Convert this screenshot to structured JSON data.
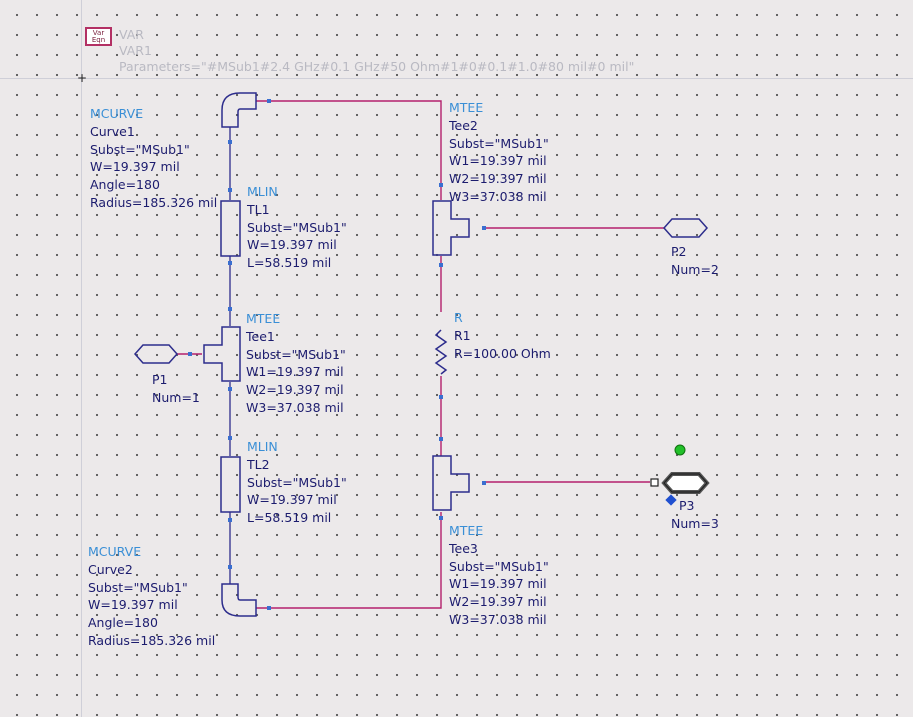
{
  "var_block": {
    "icon_line1": "Var",
    "icon_line2": "Eqn",
    "type": "VAR",
    "name": "VAR1",
    "params": "Parameters=\"#MSub1#2.4 GHz#0.1 GHz#50 Ohm#1#0#0.1#1.0#80 mil#0 mil\""
  },
  "curve1": {
    "type": "MCURVE",
    "name": "Curve1",
    "subst": "Subst=\"MSub1\"",
    "w": "W=19.397 mil",
    "angle": "Angle=180",
    "radius": "Radius=185.326 mil"
  },
  "curve2": {
    "type": "MCURVE",
    "name": "Curve2",
    "subst": "Subst=\"MSub1\"",
    "w": "W=19.397 mil",
    "angle": "Angle=180",
    "radius": "Radius=185.326 mil"
  },
  "tl1": {
    "type": "MLIN",
    "name": "TL1",
    "subst": "Subst=\"MSub1\"",
    "w": "W=19.397 mil",
    "l": "L=58.519 mil"
  },
  "tl2": {
    "type": "MLIN",
    "name": "TL2",
    "subst": "Subst=\"MSub1\"",
    "w": "W=19.397 mil",
    "l": "L=58.519 mil"
  },
  "tee1": {
    "type": "MTEE",
    "name": "Tee1",
    "subst": "Subst=\"MSub1\"",
    "w1": "W1=19.397 mil",
    "w2": "W2=19.397 mil",
    "w3": "W3=37.038 mil"
  },
  "tee2": {
    "type": "MTEE",
    "name": "Tee2",
    "subst": "Subst=\"MSub1\"",
    "w1": "W1=19.397 mil",
    "w2": "W2=19.397 mil",
    "w3": "W3=37.038 mil"
  },
  "tee3": {
    "type": "MTEE",
    "name": "Tee3",
    "subst": "Subst=\"MSub1\"",
    "w1": "W1=19.397 mil",
    "w2": "W2=19.397 mil",
    "w3": "W3=37.038 mil"
  },
  "r1": {
    "type": "R",
    "name": "R1",
    "value": "R=100.00 Ohm"
  },
  "p1": {
    "name": "P1",
    "num": "Num=1"
  },
  "p2": {
    "name": "P2",
    "num": "Num=2"
  },
  "p3": {
    "name": "P3",
    "num": "Num=3"
  },
  "colors": {
    "wire": "#b3206c",
    "component": "#2d2d8c",
    "label": "#1c1c6e",
    "title": "#3a8fd6",
    "pin": "#3a6fd0",
    "background": "#ece9ea"
  },
  "icons": [
    "var-eqn-icon",
    "port-icon",
    "tee-icon",
    "mline-icon",
    "curve-icon",
    "resistor-icon"
  ]
}
